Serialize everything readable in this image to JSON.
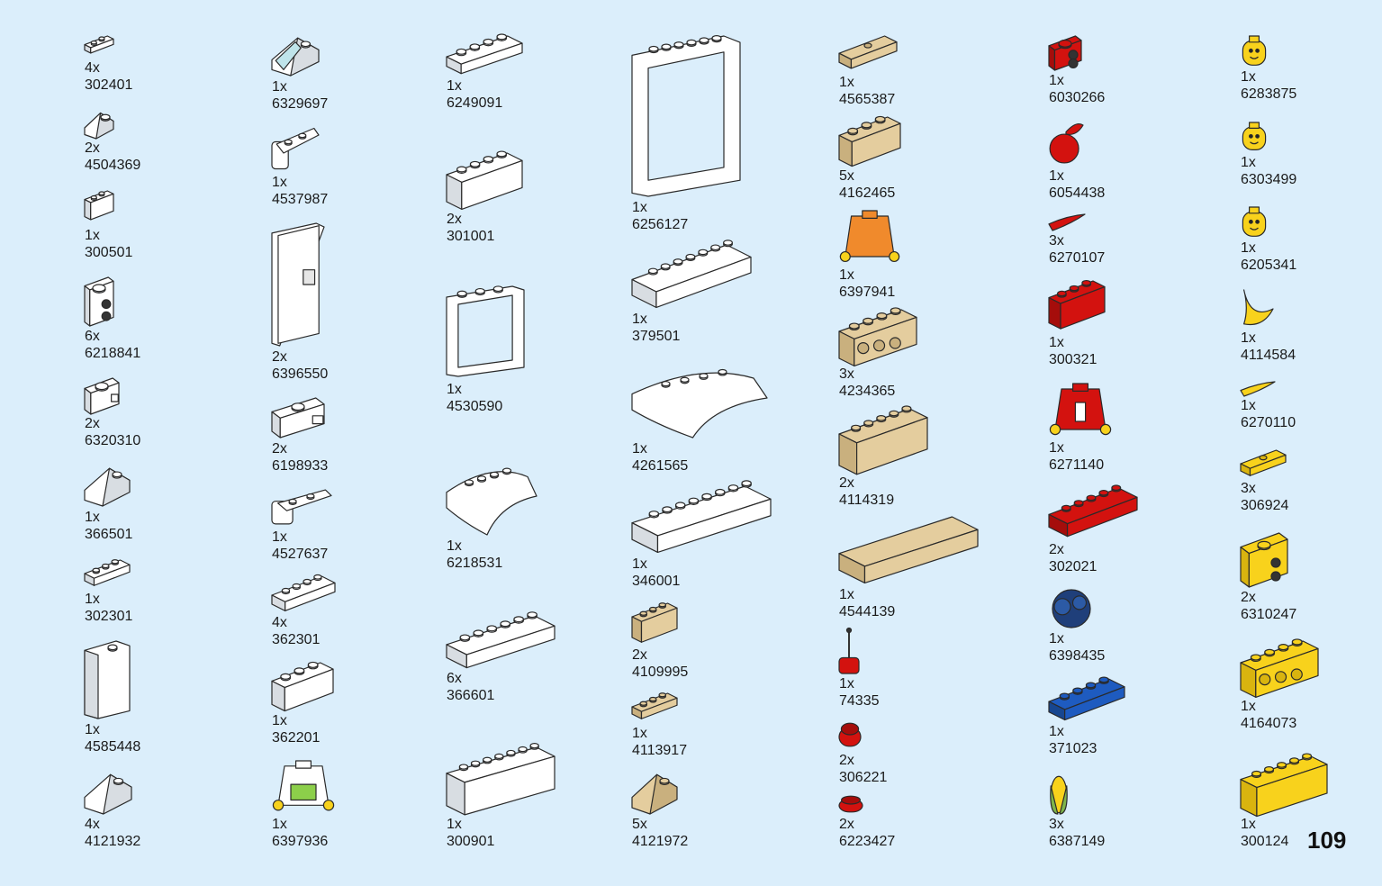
{
  "page_number": "109",
  "colors": {
    "background": "#dbeefb",
    "white_part": "#ffffff",
    "tan_part": "#e4cd9e",
    "red_part": "#d3120f",
    "yellow_part": "#f8d21c",
    "blue_part": "#1e5bc0",
    "dark_blue_part": "#1f3f7a"
  },
  "parts": [
    {
      "qty": "4x",
      "id": "302401",
      "color": "white",
      "shape": "plate"
    },
    {
      "qty": "2x",
      "id": "4504369",
      "color": "white",
      "shape": "slope"
    },
    {
      "qty": "1x",
      "id": "300501",
      "color": "white",
      "shape": "brick"
    },
    {
      "qty": "6x",
      "id": "6218841",
      "color": "white",
      "shape": "brick-studs-side"
    },
    {
      "qty": "2x",
      "id": "6320310",
      "color": "white",
      "shape": "brick-clip"
    },
    {
      "qty": "1x",
      "id": "366501",
      "color": "white",
      "shape": "slope"
    },
    {
      "qty": "1x",
      "id": "302301",
      "color": "white",
      "shape": "plate"
    },
    {
      "qty": "1x",
      "id": "4585448",
      "color": "white",
      "shape": "panel"
    },
    {
      "qty": "4x",
      "id": "4121932",
      "color": "white",
      "shape": "slope"
    },
    {
      "qty": "1x",
      "id": "6329697",
      "color": "white",
      "shape": "slope-window"
    },
    {
      "qty": "1x",
      "id": "4537987",
      "color": "white",
      "shape": "hinge"
    },
    {
      "qty": "2x",
      "id": "6396550",
      "color": "white",
      "shape": "door"
    },
    {
      "qty": "2x",
      "id": "6198933",
      "color": "white",
      "shape": "brick-clip"
    },
    {
      "qty": "1x",
      "id": "4527637",
      "color": "white",
      "shape": "hinge"
    },
    {
      "qty": "4x",
      "id": "362301",
      "color": "white",
      "shape": "plate"
    },
    {
      "qty": "1x",
      "id": "362201",
      "color": "white",
      "shape": "brick"
    },
    {
      "qty": "1x",
      "id": "6397936",
      "color": "white",
      "shape": "torso"
    },
    {
      "qty": "1x",
      "id": "6249091",
      "color": "white",
      "shape": "plate"
    },
    {
      "qty": "2x",
      "id": "301001",
      "color": "white",
      "shape": "brick"
    },
    {
      "qty": "1x",
      "id": "4530590",
      "color": "white",
      "shape": "frame"
    },
    {
      "qty": "1x",
      "id": "6218531",
      "color": "white",
      "shape": "curved"
    },
    {
      "qty": "6x",
      "id": "366601",
      "color": "white",
      "shape": "plate"
    },
    {
      "qty": "1x",
      "id": "300901",
      "color": "white",
      "shape": "brick"
    },
    {
      "qty": "1x",
      "id": "6256127",
      "color": "white",
      "shape": "frame-tall"
    },
    {
      "qty": "1x",
      "id": "379501",
      "color": "white",
      "shape": "plate"
    },
    {
      "qty": "1x",
      "id": "4261565",
      "color": "white",
      "shape": "curved"
    },
    {
      "qty": "1x",
      "id": "346001",
      "color": "white",
      "shape": "plate"
    },
    {
      "qty": "2x",
      "id": "4109995",
      "color": "tan",
      "shape": "brick"
    },
    {
      "qty": "1x",
      "id": "4113917",
      "color": "tan",
      "shape": "plate"
    },
    {
      "qty": "5x",
      "id": "4121972",
      "color": "tan",
      "shape": "slope"
    },
    {
      "qty": "1x",
      "id": "4565387",
      "color": "tan",
      "shape": "tile"
    },
    {
      "qty": "5x",
      "id": "4162465",
      "color": "tan",
      "shape": "brick"
    },
    {
      "qty": "1x",
      "id": "6397941",
      "color": "orange",
      "shape": "torso"
    },
    {
      "qty": "3x",
      "id": "4234365",
      "color": "tan",
      "shape": "technic"
    },
    {
      "qty": "2x",
      "id": "4114319",
      "color": "tan",
      "shape": "brick"
    },
    {
      "qty": "1x",
      "id": "4544139",
      "color": "tan",
      "shape": "tile-long"
    },
    {
      "qty": "1x",
      "id": "74335",
      "color": "red",
      "shape": "antenna"
    },
    {
      "qty": "2x",
      "id": "306221",
      "color": "red",
      "shape": "round-brick"
    },
    {
      "qty": "2x",
      "id": "6223427",
      "color": "red",
      "shape": "round-plate"
    },
    {
      "qty": "1x",
      "id": "6030266",
      "color": "red",
      "shape": "brick-studs-side"
    },
    {
      "qty": "1x",
      "id": "6054438",
      "color": "red",
      "shape": "apple"
    },
    {
      "qty": "3x",
      "id": "6270107",
      "color": "red",
      "shape": "claw"
    },
    {
      "qty": "1x",
      "id": "300321",
      "color": "red",
      "shape": "brick"
    },
    {
      "qty": "1x",
      "id": "6271140",
      "color": "red",
      "shape": "torso"
    },
    {
      "qty": "2x",
      "id": "302021",
      "color": "red",
      "shape": "plate"
    },
    {
      "qty": "1x",
      "id": "6398435",
      "color": "darkblue",
      "shape": "hair"
    },
    {
      "qty": "1x",
      "id": "371023",
      "color": "blue",
      "shape": "plate"
    },
    {
      "qty": "3x",
      "id": "6387149",
      "color": "green",
      "shape": "corn"
    },
    {
      "qty": "1x",
      "id": "6283875",
      "color": "yellow",
      "shape": "head"
    },
    {
      "qty": "1x",
      "id": "6303499",
      "color": "yellow",
      "shape": "head"
    },
    {
      "qty": "1x",
      "id": "6205341",
      "color": "yellow",
      "shape": "head"
    },
    {
      "qty": "1x",
      "id": "4114584",
      "color": "yellow",
      "shape": "banana"
    },
    {
      "qty": "1x",
      "id": "6270110",
      "color": "yellow",
      "shape": "claw"
    },
    {
      "qty": "3x",
      "id": "306924",
      "color": "yellow",
      "shape": "tile"
    },
    {
      "qty": "2x",
      "id": "6310247",
      "color": "yellow",
      "shape": "brick-studs-side"
    },
    {
      "qty": "1x",
      "id": "4164073",
      "color": "yellow",
      "shape": "technic"
    },
    {
      "qty": "1x",
      "id": "300124",
      "color": "yellow",
      "shape": "brick"
    }
  ]
}
